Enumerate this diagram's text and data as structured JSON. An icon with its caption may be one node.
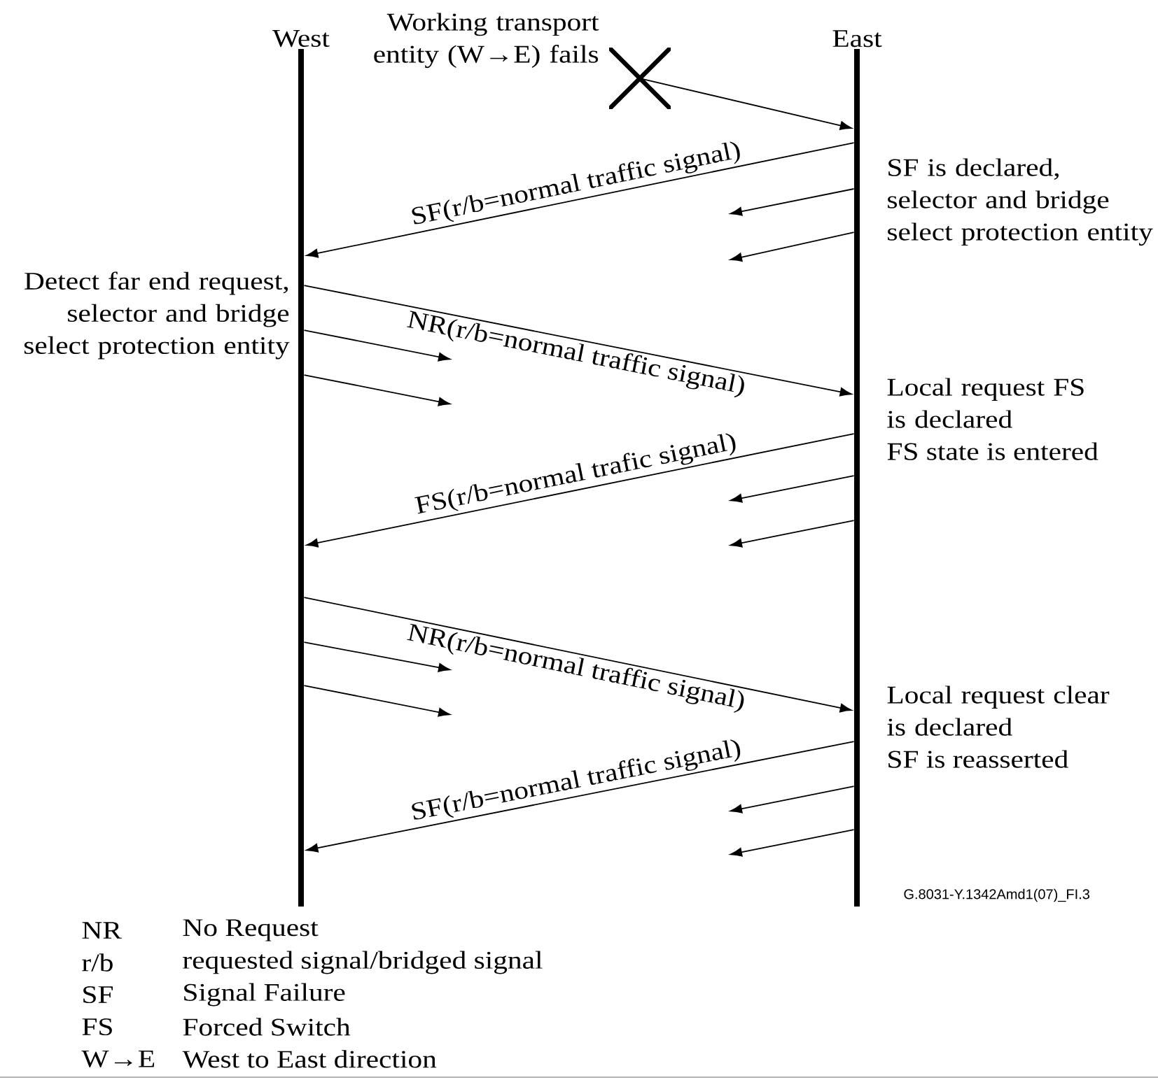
{
  "diagram": {
    "nodes": [
      {
        "text": [
          "West"
        ]
      },
      {
        "text": [
          "East"
        ]
      },
      {
        "text": [],
        "shape": "cross",
        "beside": [
          "Working transport entity (W→E) fails"
        ]
      }
    ],
    "edges": [
      {
        "from": 2,
        "to": 1,
        "arrow": "to"
      },
      {
        "from": 1,
        "to": 0,
        "arrow": "to",
        "label": "SF(r/b=normal traffic signal)"
      },
      {
        "from": 1,
        "to": null,
        "arrow": "to"
      },
      {
        "from": 1,
        "to": null,
        "arrow": "to"
      },
      {
        "from": 0,
        "to": 1,
        "arrow": "to",
        "label": "NR(r/b=normal traffic signal)"
      },
      {
        "from": 0,
        "to": null,
        "arrow": "to"
      },
      {
        "from": 0,
        "to": null,
        "arrow": "to"
      },
      {
        "from": 1,
        "to": 0,
        "arrow": "to",
        "label": "FS(r/b=normal trafic signal)"
      },
      {
        "from": 1,
        "to": null,
        "arrow": "to"
      },
      {
        "from": 1,
        "to": null,
        "arrow": "to"
      },
      {
        "from": 0,
        "to": 1,
        "arrow": "to",
        "label": "NR(r/b=normal traffic signal)"
      },
      {
        "from": 0,
        "to": null,
        "arrow": "to"
      },
      {
        "from": 0,
        "to": null,
        "arrow": "to"
      },
      {
        "from": 1,
        "to": 0,
        "arrow": "to",
        "label": "SF(r/b=normal traffic signal)"
      },
      {
        "from": 1,
        "to": null,
        "arrow": "to"
      },
      {
        "from": 1,
        "to": null,
        "arrow": "to"
      }
    ],
    "labels": [
      "SF is declared, selector and bridge select protection entity",
      "Detect far end request, selector and bridge select protection entity",
      "Local request FS is declared",
      "FS state is entered",
      "Local request clear is declared",
      "SF is reasserted",
      "G.8031-Y.1342Amd1(07)_FI.3",
      "NR",
      "No Request",
      "r/b",
      "requested signal/bridged signal",
      "SF",
      "Signal Failure",
      "FS",
      "Forced Switch",
      "W→E",
      "West to East direction"
    ]
  }
}
